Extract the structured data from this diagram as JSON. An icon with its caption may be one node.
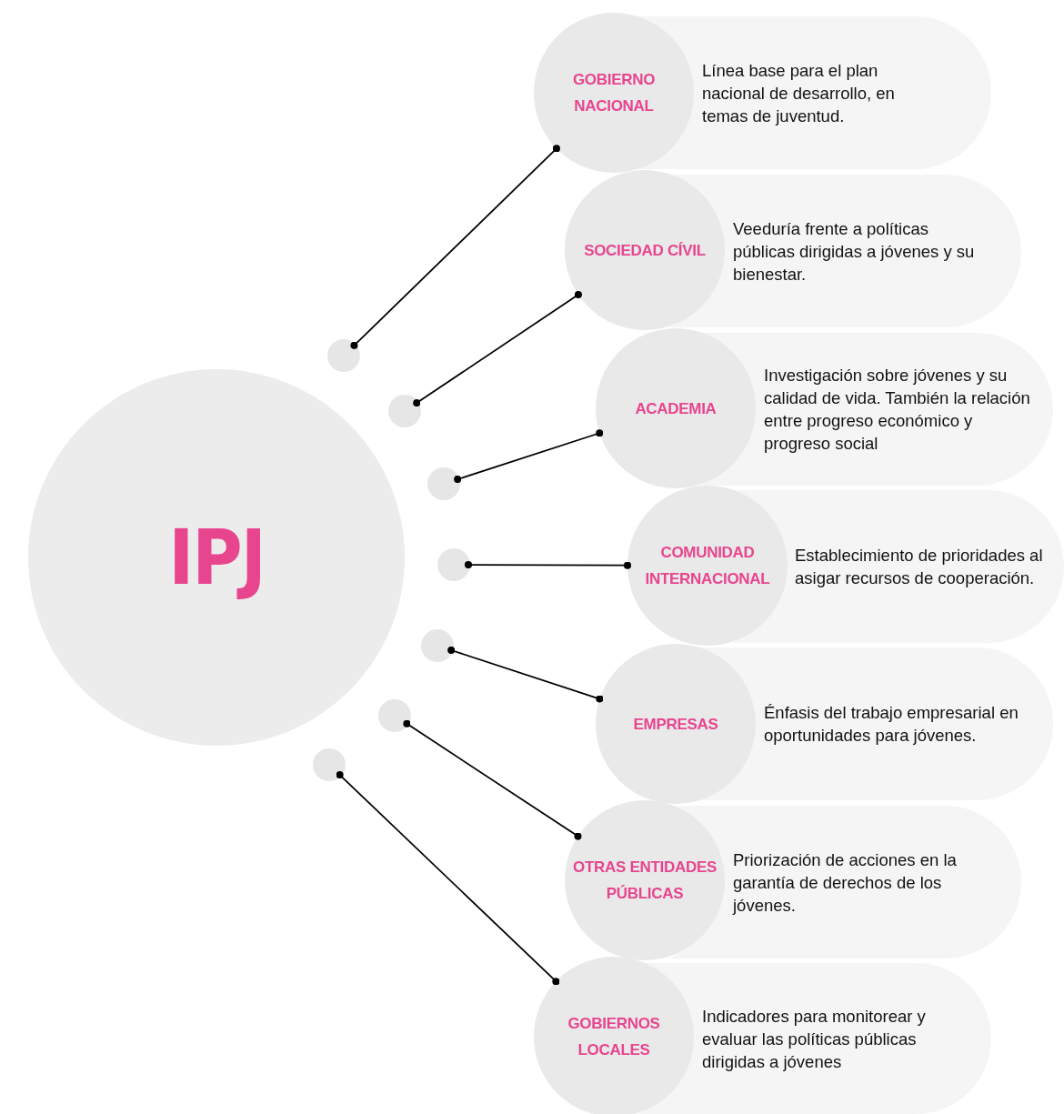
{
  "diagram": {
    "nodes": [
      {
        "text": [
          "IPJ"
        ]
      },
      {
        "text": [],
        "shape": "circle"
      },
      {
        "text": [
          "GOBIERNO NACIONAL"
        ]
      },
      {
        "text": [
          "Línea base para el plan nacional de desarrollo, en temas de juventud."
        ]
      },
      {
        "text": [],
        "shape": "circle"
      },
      {
        "text": [
          "SOCIEDAD CÍVIL"
        ]
      },
      {
        "text": [
          "Veeduría frente a políticas públicas dirigidas a jóvenes y su bienestar."
        ]
      },
      {
        "text": [],
        "shape": "circle"
      },
      {
        "text": [
          "ACADEMIA"
        ]
      },
      {
        "text": [
          "Investigación sobre jóvenes y su calidad de vida. También la relación entre progreso económico y progreso social"
        ]
      },
      {
        "text": [],
        "shape": "circle"
      },
      {
        "text": [
          "COMUNIDAD INTERNACIONAL"
        ]
      },
      {
        "text": [
          "Establecimiento de prioridades al asigar recursos de cooperación."
        ]
      },
      {
        "text": [],
        "shape": "circle"
      },
      {
        "text": [
          "EMPRESAS"
        ]
      },
      {
        "text": [
          "Énfasis del trabajo empresarial en oportunidades para jóvenes."
        ]
      },
      {
        "text": [],
        "shape": "circle"
      },
      {
        "text": [
          "OTRAS ENTIDADES PÚBLICAS"
        ]
      },
      {
        "text": [
          "Priorización de acciones en la garantía de derechos de los jóvenes."
        ]
      },
      {
        "text": [],
        "shape": "circle"
      },
      {
        "text": [
          "GOBIERNOS LOCALES"
        ]
      },
      {
        "text": [
          "Indicadores para monitorear y evaluar las políticas públicas dirigidas a jóvenes"
        ]
      }
    ],
    "edges": [
      {
        "from": 1,
        "to": 2,
        "arrow": "other"
      },
      {
        "from": 4,
        "to": 5,
        "arrow": "other"
      },
      {
        "from": 7,
        "to": 8,
        "arrow": "other"
      },
      {
        "from": 10,
        "to": 11,
        "arrow": "other"
      },
      {
        "from": 13,
        "to": 14,
        "arrow": "other"
      },
      {
        "from": 16,
        "to": 17,
        "arrow": "other"
      },
      {
        "from": 19,
        "to": 20,
        "arrow": "other"
      }
    ]
  }
}
